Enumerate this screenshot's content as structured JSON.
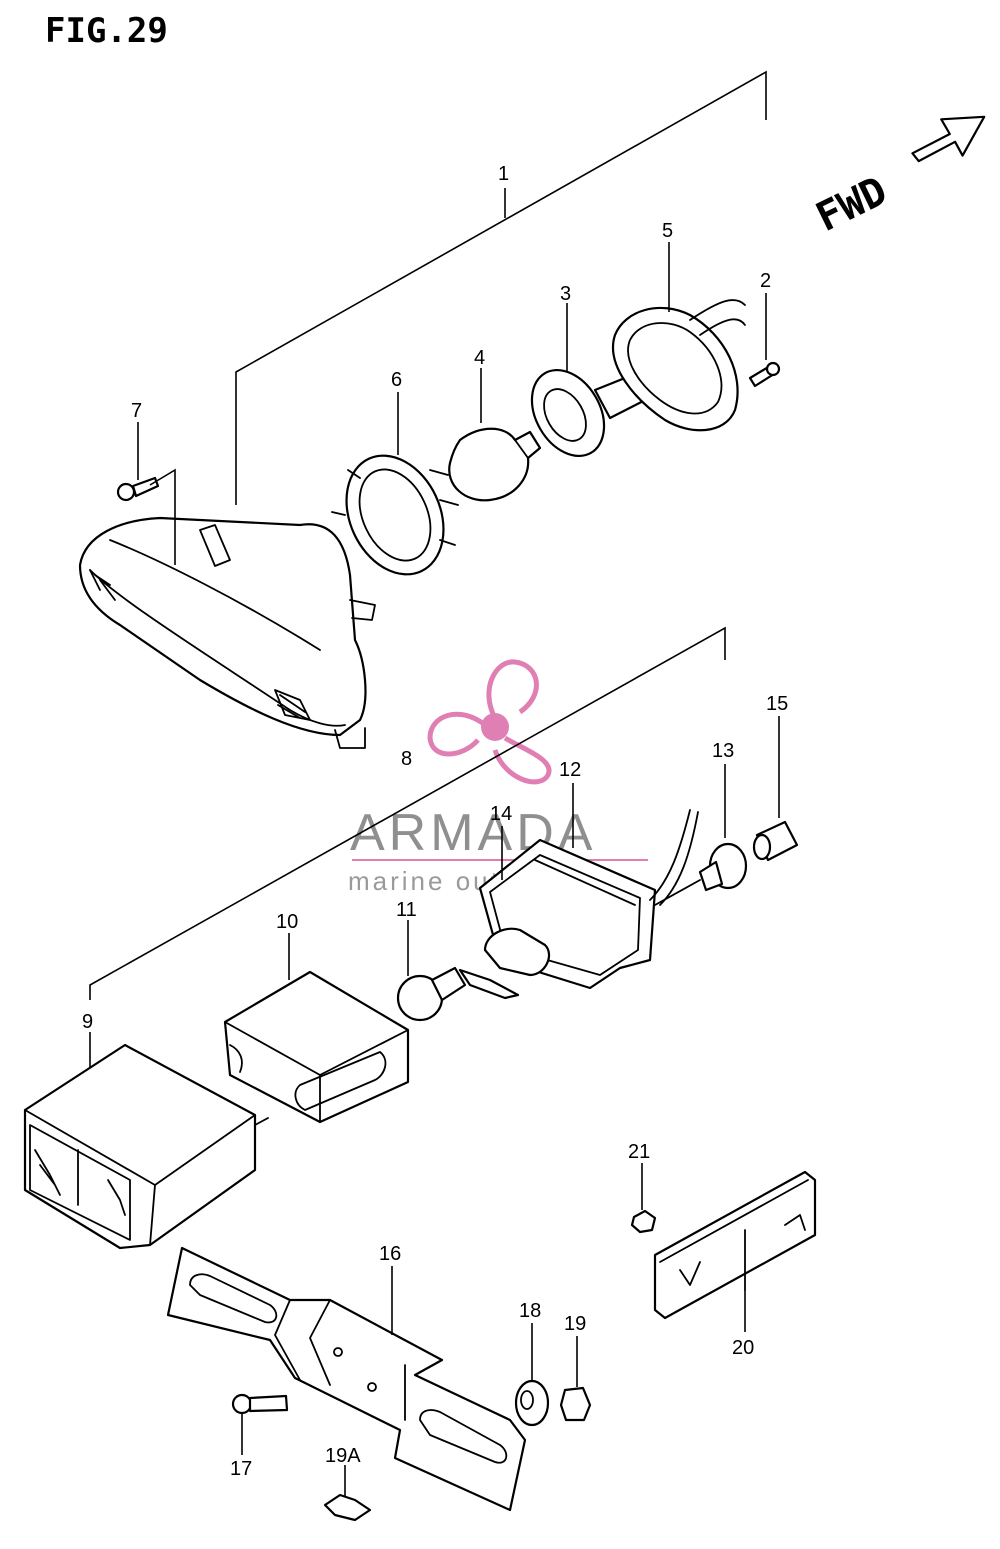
{
  "figure": {
    "title": "FIG.29"
  },
  "direction_indicator": {
    "label": "FWD"
  },
  "watermark": {
    "brand": "ARMADA",
    "tagline": "marine outboards",
    "accent_color": "#e07fb3"
  },
  "callouts": [
    "1",
    "2",
    "3",
    "4",
    "5",
    "6",
    "7",
    "8",
    "9",
    "10",
    "11",
    "12",
    "13",
    "14",
    "15",
    "16",
    "17",
    "18",
    "19",
    "19A",
    "20",
    "21"
  ],
  "colors": {
    "line": "#000000",
    "background": "#ffffff",
    "watermark_text": "#8f8f8f",
    "watermark_icon": "#e07fb3"
  }
}
